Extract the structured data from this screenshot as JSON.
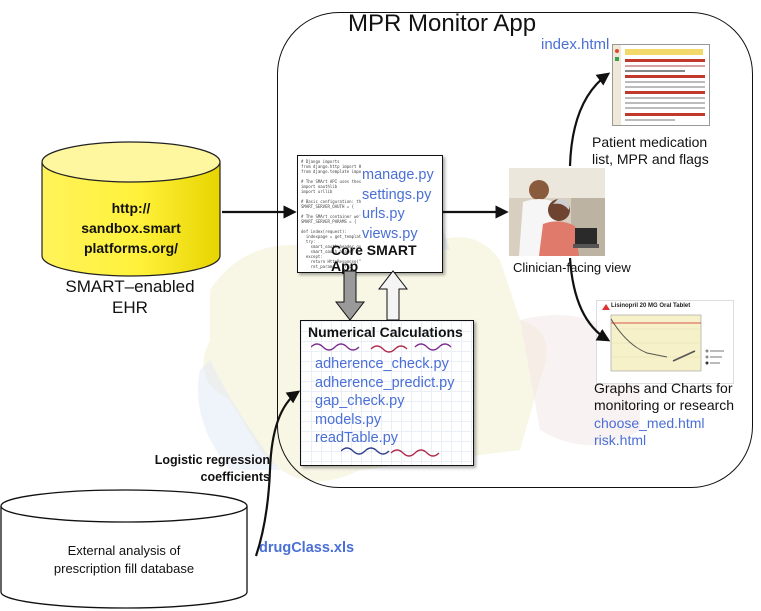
{
  "app_title": "MPR Monitor App",
  "ehr": {
    "url_lines": [
      "http://",
      "sandbox.smart",
      "platforms.org/"
    ],
    "caption_lines": [
      "SMART–enabled",
      "EHR"
    ]
  },
  "core_app": {
    "title": "Core SMART App",
    "files": [
      "manage.py",
      "settings.py",
      "urls.py",
      "views.py"
    ]
  },
  "numerical": {
    "title": "Numerical Calculations",
    "files": [
      "adherence_check.py",
      "adherence_predict.py",
      "gap_check.py",
      "models.py",
      "readTable.py"
    ]
  },
  "index_file": "index.html",
  "patient_caption_lines": [
    "Patient medication",
    "list, MPR and flags"
  ],
  "clinician_caption": "Clinician-facing view",
  "chart_thumbnail_title": "Lisinopril 20 MG Oral Tablet",
  "graphs_caption_lines": [
    "Graphs and Charts for",
    "monitoring or research"
  ],
  "graph_files": [
    "choose_med.html",
    "risk.html"
  ],
  "coeff_label_lines": [
    "Logistic regression",
    "coefficients"
  ],
  "external_db_lines": [
    "External analysis of",
    "prescription fill database"
  ],
  "drug_file": "drugClass.xls",
  "colors": {
    "file_blue": "#4a6fd6",
    "cylinder_yellow": "#fff13a",
    "chart_line_red": "#cc2222"
  }
}
